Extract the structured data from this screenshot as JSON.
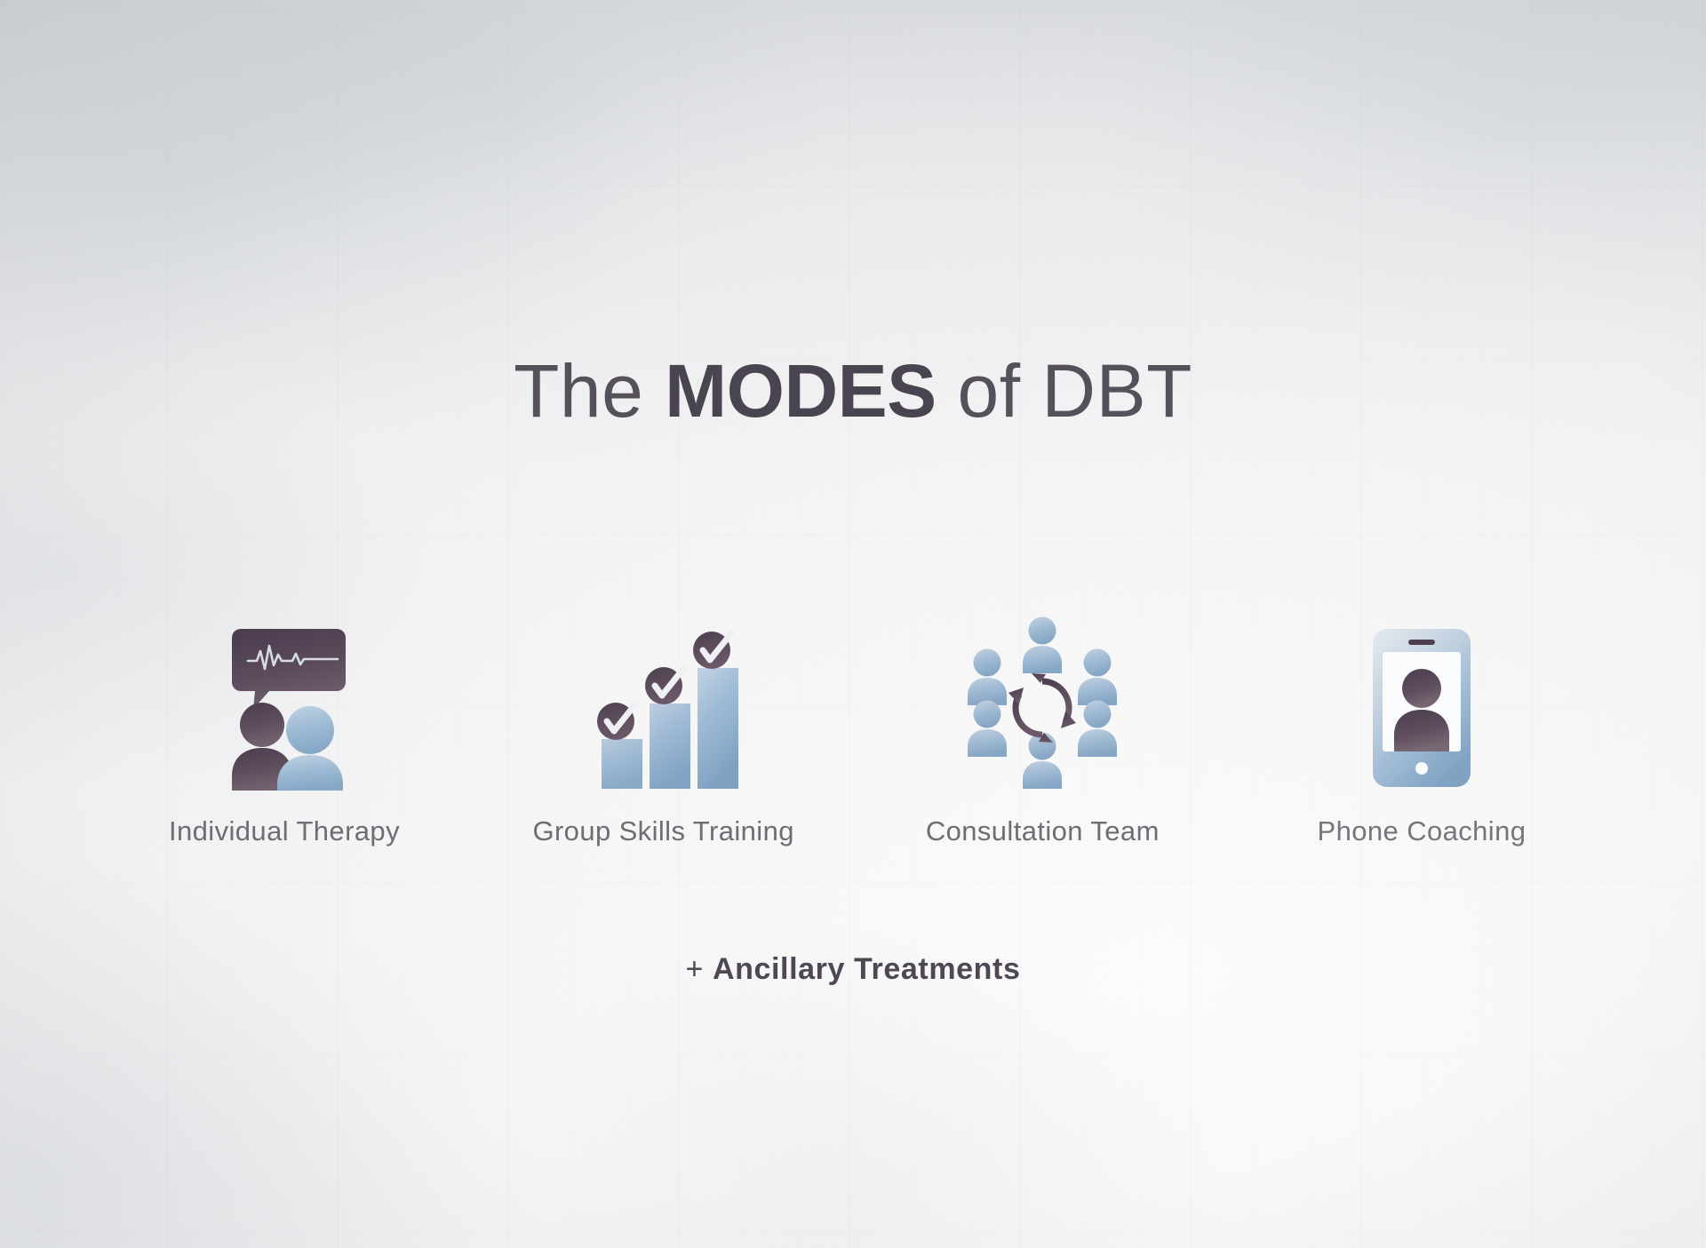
{
  "slide": {
    "title": {
      "part1": "The ",
      "emphasis": "MODES",
      "part2": " of DBT",
      "full_text": "The MODES of DBT"
    },
    "footer": {
      "plus": "+",
      "label": "Ancillary Treatments"
    },
    "modes": [
      {
        "id": "individual-therapy",
        "label": "Individual Therapy",
        "icon": "two-people-speech-bubble-icon"
      },
      {
        "id": "group-skills-training",
        "label": "Group Skills Training",
        "icon": "ascending-bar-chart-checkmarks-icon"
      },
      {
        "id": "consultation-team",
        "label": "Consultation Team",
        "icon": "people-circle-cycle-icon"
      },
      {
        "id": "phone-coaching",
        "label": "Phone Coaching",
        "icon": "smartphone-person-icon"
      }
    ],
    "colors": {
      "background": "#f2f3f4",
      "title_text": "#4c444f",
      "label_text": "#6e6d74",
      "footer_text": "#4f4753",
      "icon_blue_light": "#b8cadd",
      "icon_blue": "#8babc9",
      "icon_blue_dark": "#7fa3c2",
      "icon_plum_dark": "#4e4150",
      "icon_plum": "#6c5c6a",
      "check_badge": "#574655"
    }
  }
}
